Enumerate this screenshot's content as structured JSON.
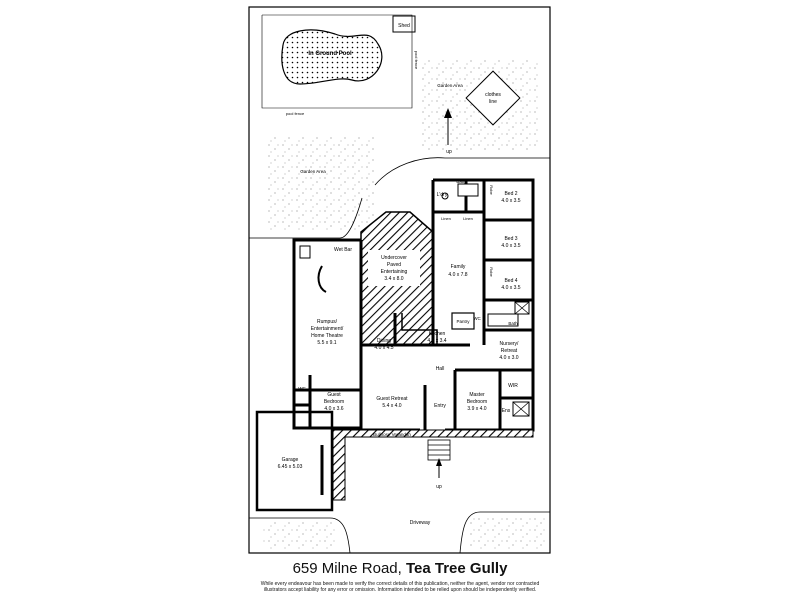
{
  "labels": {
    "shed": "Shed",
    "pool": "In Ground Pool",
    "pool_fence_v": "pool fence",
    "pool_fence_h": "pool fence",
    "garden_top": "Garden Area",
    "clothes1": "clothes",
    "clothes2": "line",
    "up_top": "up",
    "garden_left": "Garden Area",
    "ldry": "L'dry",
    "bath_top": "Bath",
    "robe1": "Robe",
    "robe2": "Robe",
    "linen1": "Linen",
    "linen2": "Linen",
    "bed2": "Bed 2",
    "bed2_dim": "4.0 x 3.5",
    "bed3": "Bed 3",
    "bed3_dim": "4.0 x 3.5",
    "bed4": "Bed 4",
    "bed4_dim": "4.0 x 3.5",
    "family": "Family",
    "family_dim": "4.0 x 7.8",
    "wetbar": "Wet Bar",
    "undercover1": "Undercover",
    "undercover2": "Paved",
    "undercover3": "Entertaining",
    "undercover_dim": "3.4 x 8.0",
    "rumpus1": "Rumpus/",
    "rumpus2": "Entertainment/",
    "rumpus3": "Home Theatre",
    "rumpus_dim": "5.5 x 9.1",
    "pantry": "Pantry",
    "kitchen": "Kitchen",
    "kitchen_dim": "4.6 x 3.4",
    "dining": "Dining",
    "dining_dim": "4.0 x 4.5",
    "bath_mid": "Bath",
    "wc_mid": "WC",
    "nursery1": "Nursery/",
    "nursery2": "Retreat",
    "nursery_dim": "4.0 x 3.0",
    "hall": "Hall",
    "wc_left": "WC",
    "guest1": "Guest",
    "guest2": "Bedroom",
    "guest_dim": "4.0 x 3.6",
    "retreat": "Guest Retreat",
    "retreat_dim": "5.4 x 4.0",
    "entry": "Entry",
    "master1": "Master",
    "master2": "Bedroom",
    "master_dim": "3.9 x 4.0",
    "wir": "WIR",
    "ens": "Ens",
    "verandah": "Bullnose Verandah",
    "garage": "Garage",
    "garage_dim": "6.45 x 5.03",
    "up_bottom": "up",
    "driveway": "Driveway"
  },
  "footer": {
    "street": "659 Milne Road,",
    "suburb": "Tea Tree Gully",
    "disclaimer_1": "While every endeavour has been made to verify the correct details of this publication, neither the agent, vendor nor contracted",
    "disclaimer_2": "illustrators accept liability for any error or omission. Information intended to be relied upon should be independently verified."
  }
}
